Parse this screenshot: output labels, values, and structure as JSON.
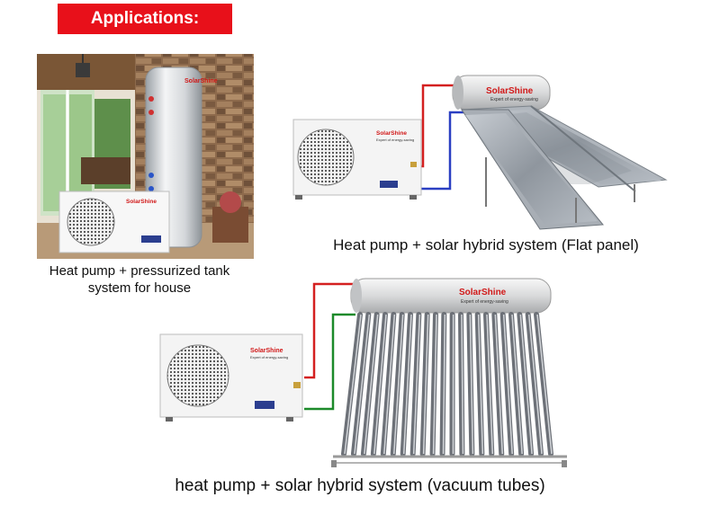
{
  "banner": {
    "title": "Applications:"
  },
  "captions": {
    "house_line1": "Heat pump + pressurized tank",
    "house_line2": "system for house",
    "flat_panel": "Heat pump + solar hybrid system (Flat panel)",
    "vacuum_tubes": "heat pump + solar hybrid system (vacuum tubes)"
  },
  "brand": {
    "name_a": "Solar",
    "name_b": "Shine",
    "tagline": "Expert of energy-saving"
  },
  "colors": {
    "banner": "#e8101a",
    "brand_red": "#d11818",
    "brand_green": "#1d8b3a",
    "pipe_hot": "#d42020",
    "pipe_cold": "#2a3fc2",
    "pipe_green": "#1c8a2a"
  }
}
